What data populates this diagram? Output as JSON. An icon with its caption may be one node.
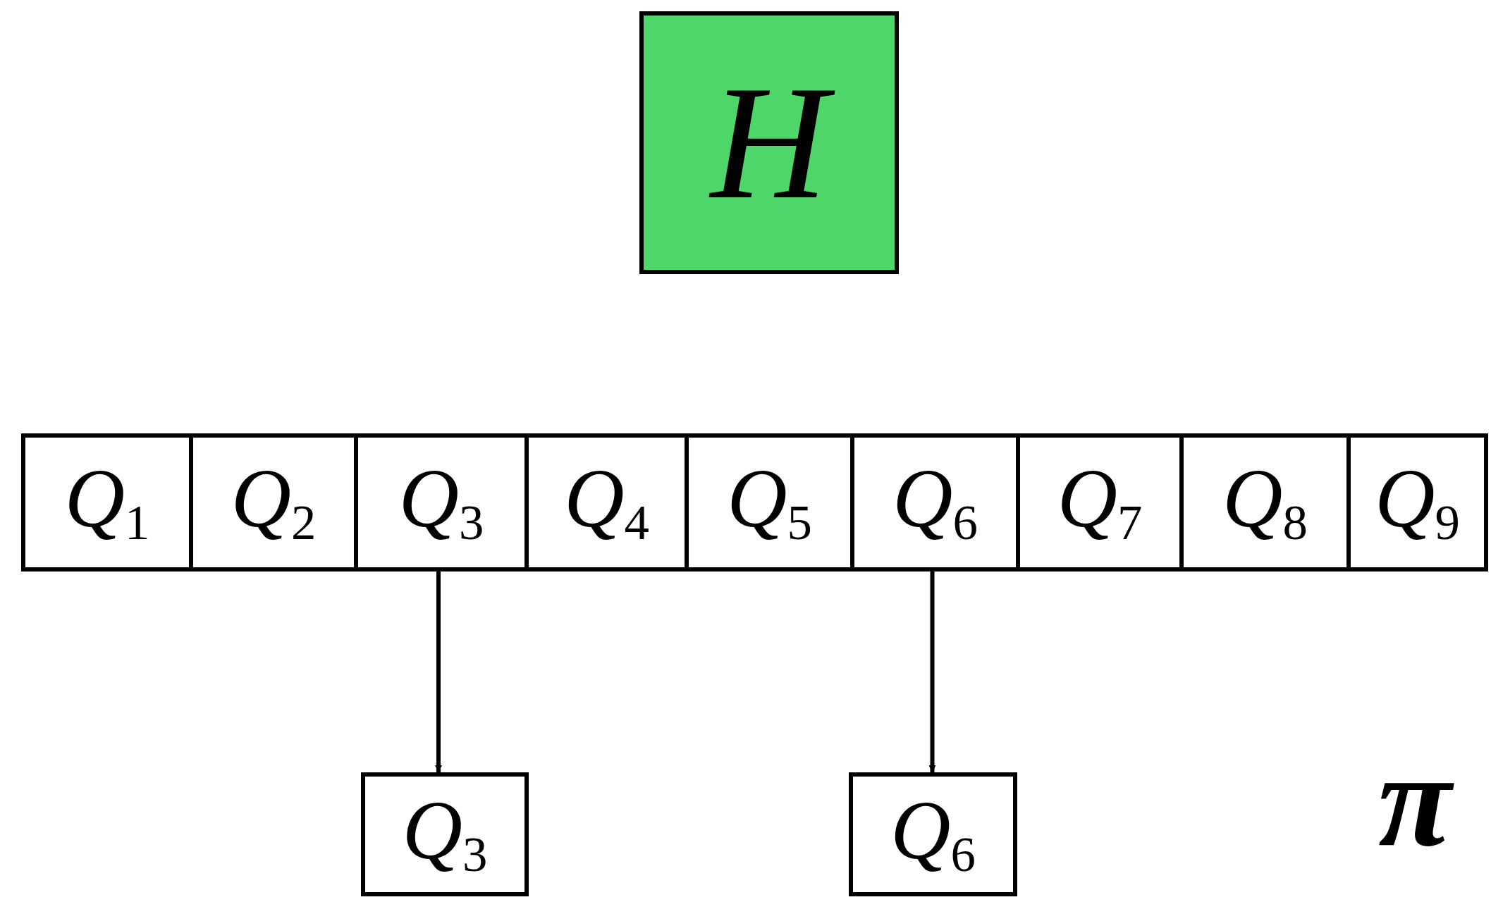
{
  "diagram": {
    "nodes": [
      {
        "text": [
          "H"
        ]
      },
      {
        "text": [
          "Q$_{1}$"
        ]
      },
      {
        "text": [
          "Q$_{2}$"
        ]
      },
      {
        "text": [
          "Q$_{3}$"
        ]
      },
      {
        "text": [
          "Q$_{4}$"
        ]
      },
      {
        "text": [
          "Q$_{5}$"
        ]
      },
      {
        "text": [
          "Q$_{6}$"
        ]
      },
      {
        "text": [
          "Q$_{7}$"
        ]
      },
      {
        "text": [
          "Q$_{8}$"
        ]
      },
      {
        "text": [
          "Q$_{9}$"
        ]
      },
      {
        "text": [
          "Q$_{3}$"
        ]
      },
      {
        "text": [
          "Q$_{6}$"
        ]
      }
    ],
    "edges": [
      {
        "from": 3,
        "to": 10,
        "arrow": "to"
      },
      {
        "from": 6,
        "to": 11,
        "arrow": "to"
      }
    ],
    "labels": [
      "π"
    ]
  }
}
